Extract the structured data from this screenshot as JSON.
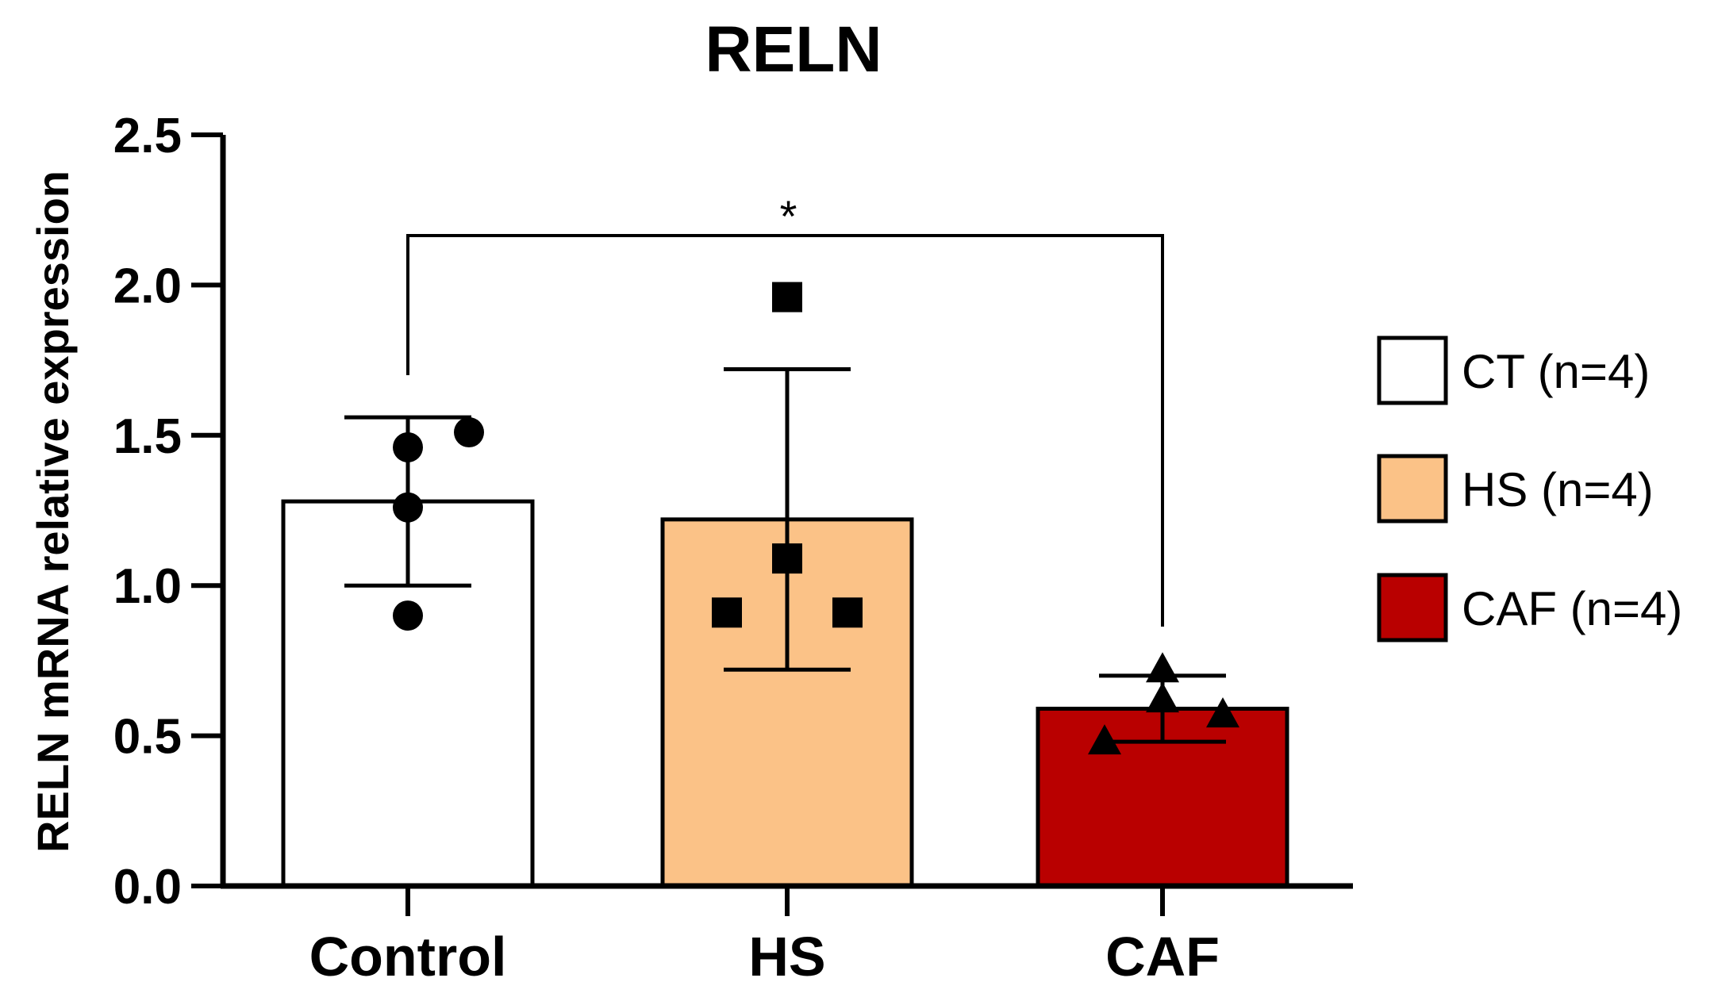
{
  "chart_data": {
    "type": "bar",
    "title": "RELN",
    "xlabel": "",
    "ylabel": "RELN mRNA relative expression",
    "ylim": [
      0,
      2.5
    ],
    "yticks": [
      "0.0",
      "0.5",
      "1.0",
      "1.5",
      "2.0",
      "2.5"
    ],
    "categories": [
      "Control",
      "HS",
      "CAF"
    ],
    "bars": [
      {
        "category": "Control",
        "mean": 1.28,
        "sd": 0.28,
        "color": "#ffffff",
        "marker": "circle",
        "points": [
          0.9,
          1.26,
          1.46,
          1.51
        ]
      },
      {
        "category": "HS",
        "mean": 1.22,
        "sd": 0.5,
        "color": "#fbc287",
        "marker": "square",
        "points": [
          0.91,
          1.09,
          1.96,
          0.91
        ]
      },
      {
        "category": "CAF",
        "mean": 0.59,
        "sd": 0.11,
        "color": "#b90000",
        "marker": "triangle",
        "points": [
          0.48,
          0.62,
          0.72,
          0.57
        ]
      }
    ],
    "legend": [
      {
        "label": "CT (n=4)",
        "color": "#ffffff"
      },
      {
        "label": "HS (n=4)",
        "color": "#fbc287"
      },
      {
        "label": "CAF (n=4)",
        "color": "#b90000"
      }
    ],
    "legend_position": "right",
    "annotation": {
      "text": "*",
      "from": "Control",
      "to": "CAF"
    },
    "grid": false
  }
}
